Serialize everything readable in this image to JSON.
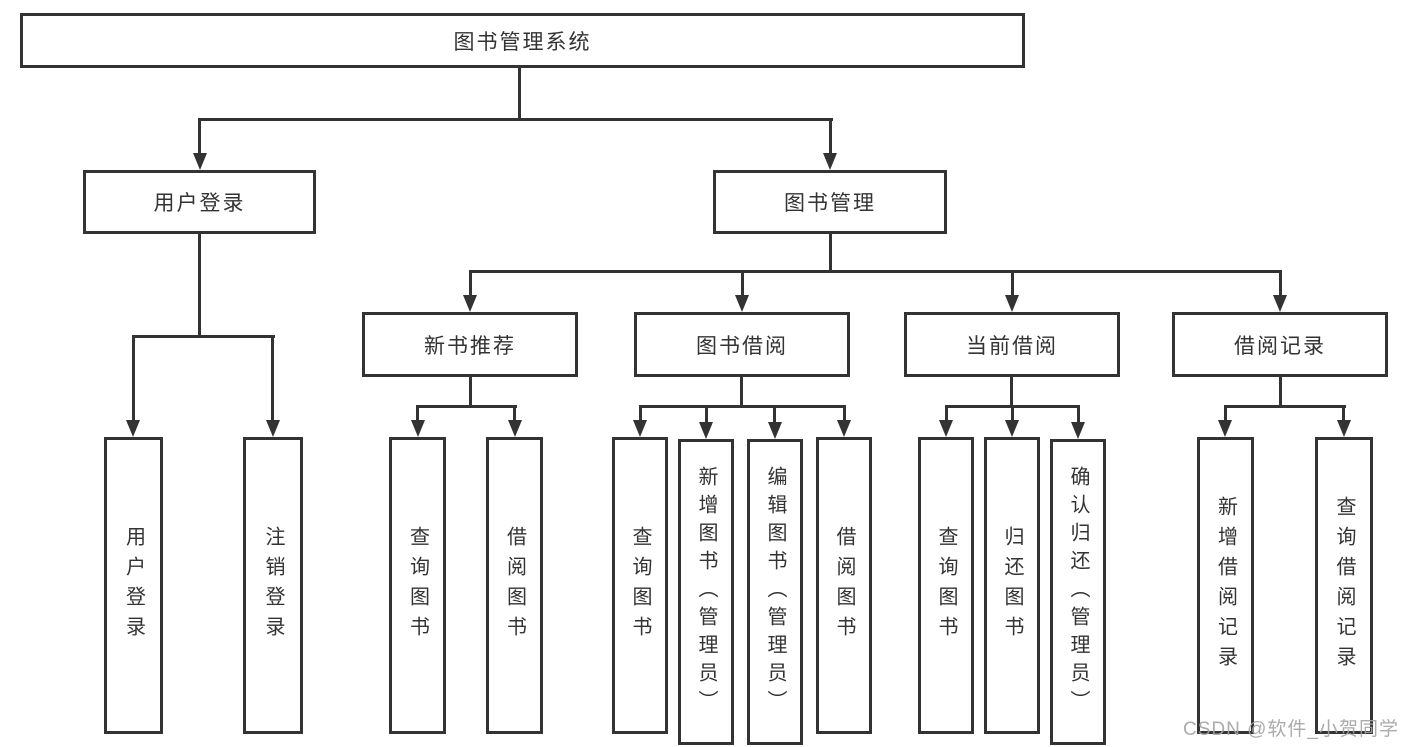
{
  "tree": {
    "root": {
      "label": "图书管理系统",
      "children": [
        {
          "label": "用户登录",
          "children": [
            {
              "label": "用户登录"
            },
            {
              "label": "注销登录"
            }
          ]
        },
        {
          "label": "图书管理",
          "children": [
            {
              "label": "新书推荐",
              "children": [
                {
                  "label": "查询图书"
                },
                {
                  "label": "借阅图书"
                }
              ]
            },
            {
              "label": "图书借阅",
              "children": [
                {
                  "label": "查询图书"
                },
                {
                  "label": "新增图书（管理员）"
                },
                {
                  "label": "编辑图书（管理员）"
                },
                {
                  "label": "借阅图书"
                }
              ]
            },
            {
              "label": "当前借阅",
              "children": [
                {
                  "label": "查询图书"
                },
                {
                  "label": "归还图书"
                },
                {
                  "label": "确认归还（管理员）"
                }
              ]
            },
            {
              "label": "借阅记录",
              "children": [
                {
                  "label": "新增借阅记录"
                },
                {
                  "label": "查询借阅记录"
                }
              ]
            }
          ]
        }
      ]
    }
  },
  "watermark": {
    "text": "CSDN @软件_小贺同学"
  },
  "colors": {
    "line": "#333333",
    "background": "#ffffff",
    "watermark": "#a3a3a3"
  }
}
